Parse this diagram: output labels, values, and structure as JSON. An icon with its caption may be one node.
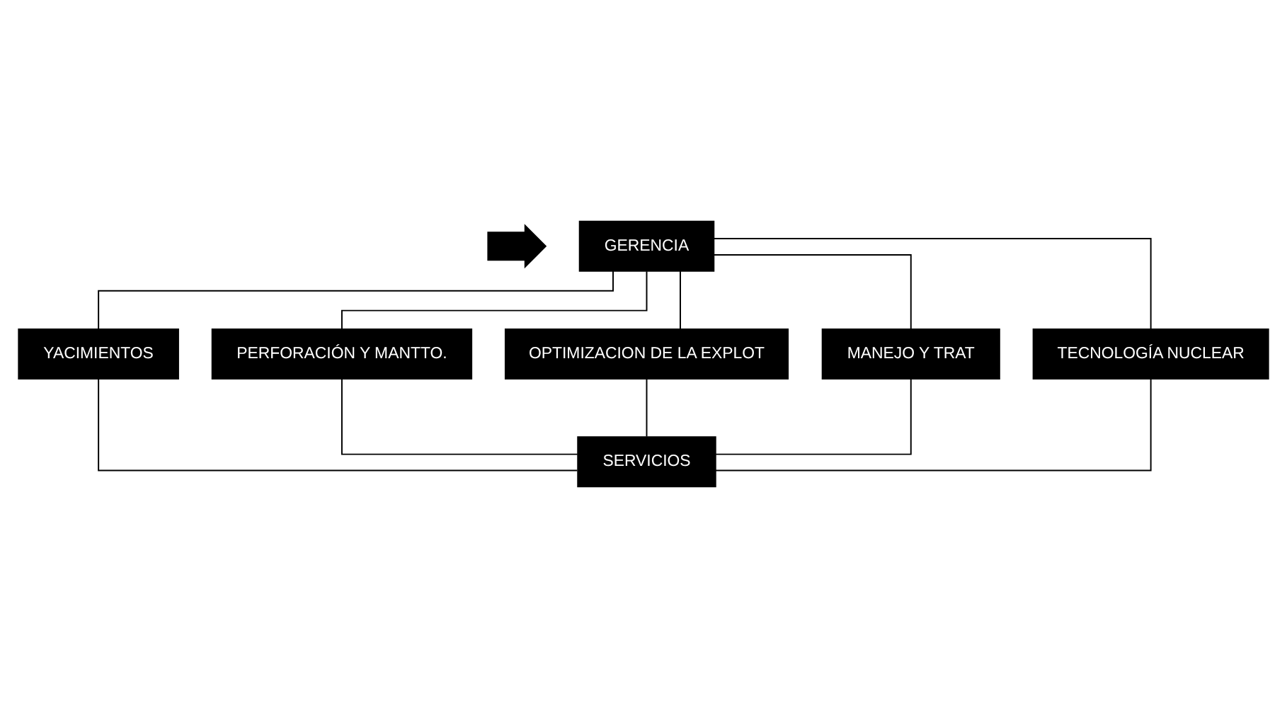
{
  "diagram": {
    "nodes": [
      {
        "text": [],
        "shape": "arrow"
      },
      {
        "text": [
          "GERENCIA"
        ]
      },
      {
        "text": [
          "YACIMIENTOS"
        ]
      },
      {
        "text": [
          "PERFORACIÓN Y MANTTO."
        ]
      },
      {
        "text": [
          "OPTIMIZACION DE LA EXPLOT"
        ]
      },
      {
        "text": [
          "MANEJO Y TRAT"
        ]
      },
      {
        "text": [
          "TECNOLOGÍA NUCLEAR"
        ]
      },
      {
        "text": [
          "SERVICIOS"
        ]
      }
    ],
    "edges": [
      {
        "from": 1,
        "to": 2,
        "arrow": "none"
      },
      {
        "from": 1,
        "to": 3,
        "arrow": "none"
      },
      {
        "from": 1,
        "to": 4,
        "arrow": "none"
      },
      {
        "from": 1,
        "to": 5,
        "arrow": "none"
      },
      {
        "from": 1,
        "to": 6,
        "arrow": "none"
      },
      {
        "from": 2,
        "to": 7,
        "arrow": "none"
      },
      {
        "from": 3,
        "to": 7,
        "arrow": "none"
      },
      {
        "from": 4,
        "to": 7,
        "arrow": "none"
      },
      {
        "from": 5,
        "to": 7,
        "arrow": "none"
      },
      {
        "from": 6,
        "to": 7,
        "arrow": "none"
      }
    ]
  }
}
